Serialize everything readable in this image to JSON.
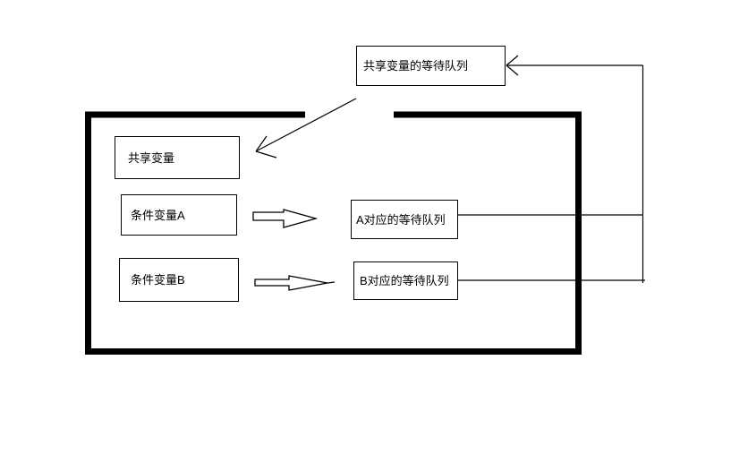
{
  "diagram": {
    "background_color": "#ffffff",
    "line_color": "#000000",
    "node_fill_color": "#ffffff",
    "nodes": {
      "shared_queue": {
        "label": "共享变量的等待队列"
      },
      "shared_var": {
        "label": "共享变量"
      },
      "cond_a": {
        "label": "条件变量A"
      },
      "queue_a": {
        "label": "A对应的等待队列"
      },
      "cond_b": {
        "label": "条件变量B"
      },
      "queue_b": {
        "label": "B对应的等待队列"
      }
    },
    "edges": [
      {
        "from": "cond_a",
        "to": "queue_a",
        "style": "block-arrow"
      },
      {
        "from": "cond_b",
        "to": "queue_b",
        "style": "block-arrow"
      },
      {
        "from": "queue_a",
        "to": "shared_queue",
        "style": "line-arrow"
      },
      {
        "from": "queue_b",
        "to": "shared_queue",
        "style": "line-arrow"
      },
      {
        "from": "shared_queue",
        "to": "shared_var",
        "style": "line-arrow"
      }
    ]
  }
}
